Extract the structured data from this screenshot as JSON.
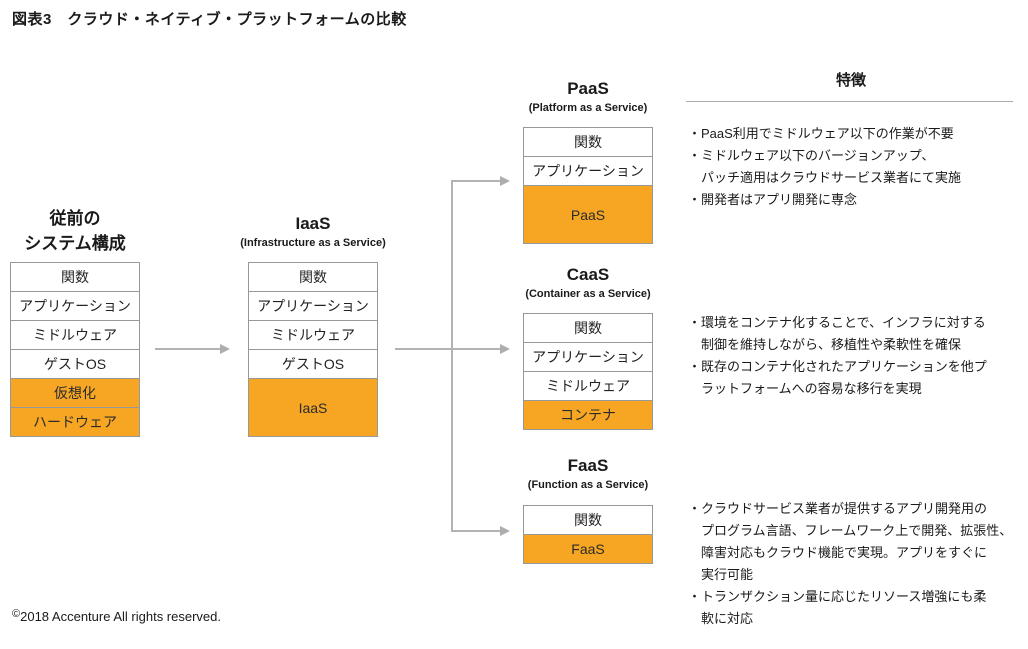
{
  "title": "図表3　クラウド・ネイティブ・プラットフォームの比較",
  "stacks": {
    "legacy": {
      "title_line1": "従前の",
      "title_line2": "システム構成",
      "rows": [
        "関数",
        "アプリケーション",
        "ミドルウェア",
        "ゲストOS",
        "仮想化",
        "ハードウェア"
      ]
    },
    "iaas": {
      "title": "IaaS",
      "subtitle": "(Infrastructure as a Service)",
      "rows": [
        "関数",
        "アプリケーション",
        "ミドルウェア",
        "ゲストOS",
        "IaaS"
      ]
    },
    "paas": {
      "title": "PaaS",
      "subtitle": "(Platform as a Service)",
      "rows": [
        "関数",
        "アプリケーション",
        "PaaS"
      ]
    },
    "caas": {
      "title": "CaaS",
      "subtitle": "(Container as a Service)",
      "rows": [
        "関数",
        "アプリケーション",
        "ミドルウェア",
        "コンテナ"
      ]
    },
    "faas": {
      "title": "FaaS",
      "subtitle": "(Function as a Service)",
      "rows": [
        "関数",
        "FaaS"
      ]
    }
  },
  "features": {
    "header": "特徴",
    "paas": [
      "・PaaS利用でミドルウェア以下の作業が不要",
      "・ミドルウェア以下のバージョンアップ、\nパッチ適用はクラウドサービス業者にて実施",
      "・開発者はアプリ開発に専念"
    ],
    "caas": [
      "・環境をコンテナ化することで、インフラに対する\n制御を維持しながら、移植性や柔軟性を確保",
      "・既存のコンテナ化されたアプリケーションを他プ\nラットフォームへの容易な移行を実現"
    ],
    "faas": [
      "・クラウドサービス業者が提供するアプリ開発用の\nプログラム言語、フレームワーク上で開発、拡張性、\n障害対応もクラウド機能で実現。アプリをすぐに\n実行可能",
      "・トランザクション量に応じたリソース増強にも柔\n軟に対応"
    ]
  },
  "footer": {
    "symbol": "©",
    "text": "2018 Accenture All rights reserved."
  },
  "colors": {
    "accent_orange": "#F6A623",
    "box_border": "#989898",
    "arrow_gray": "#B3B3B3",
    "text": "#1A1A1A"
  }
}
